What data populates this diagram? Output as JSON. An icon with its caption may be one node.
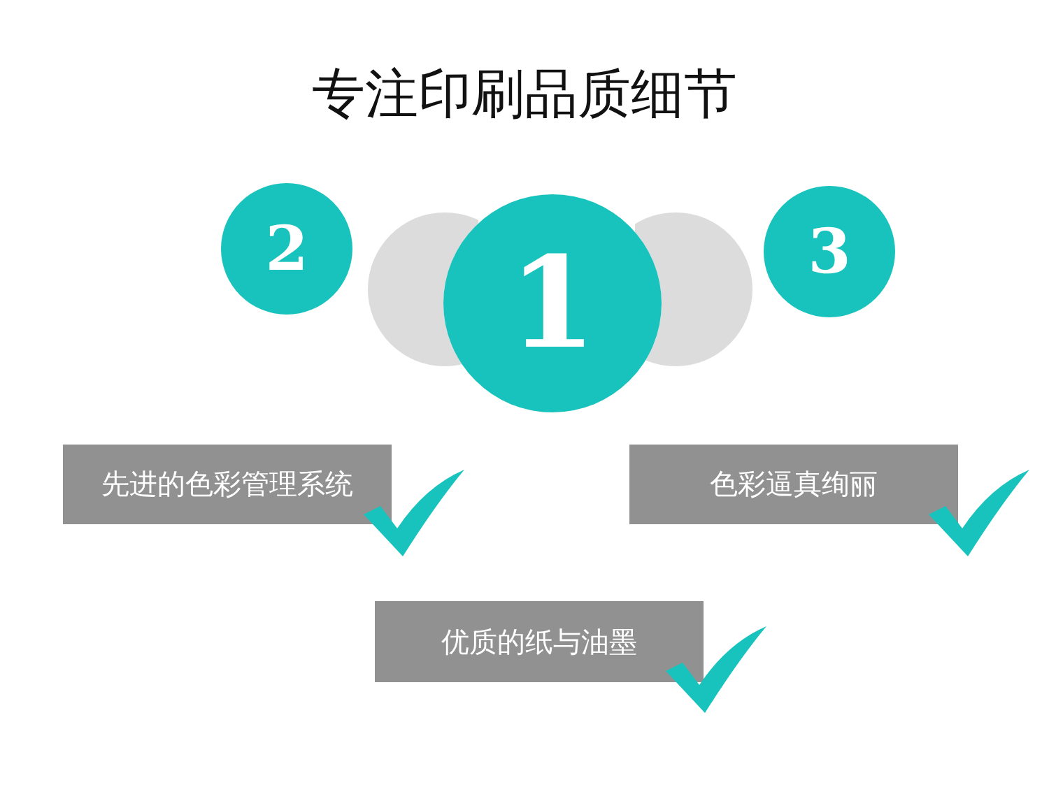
{
  "diagram": {
    "title": "专注印刷品质细节",
    "nodes": [
      {
        "text": [
          "2"
        ]
      },
      {
        "text": [],
        "shape": "circle"
      },
      {
        "text": [
          "1"
        ]
      },
      {
        "text": [],
        "shape": "circle"
      },
      {
        "text": [
          "3"
        ]
      },
      {
        "text": [
          "先进的色彩管理系统"
        ]
      },
      {
        "text": [
          "色彩逼真绚丽"
        ]
      },
      {
        "text": [
          "优质的纸与油墨"
        ]
      }
    ],
    "edges": []
  }
}
